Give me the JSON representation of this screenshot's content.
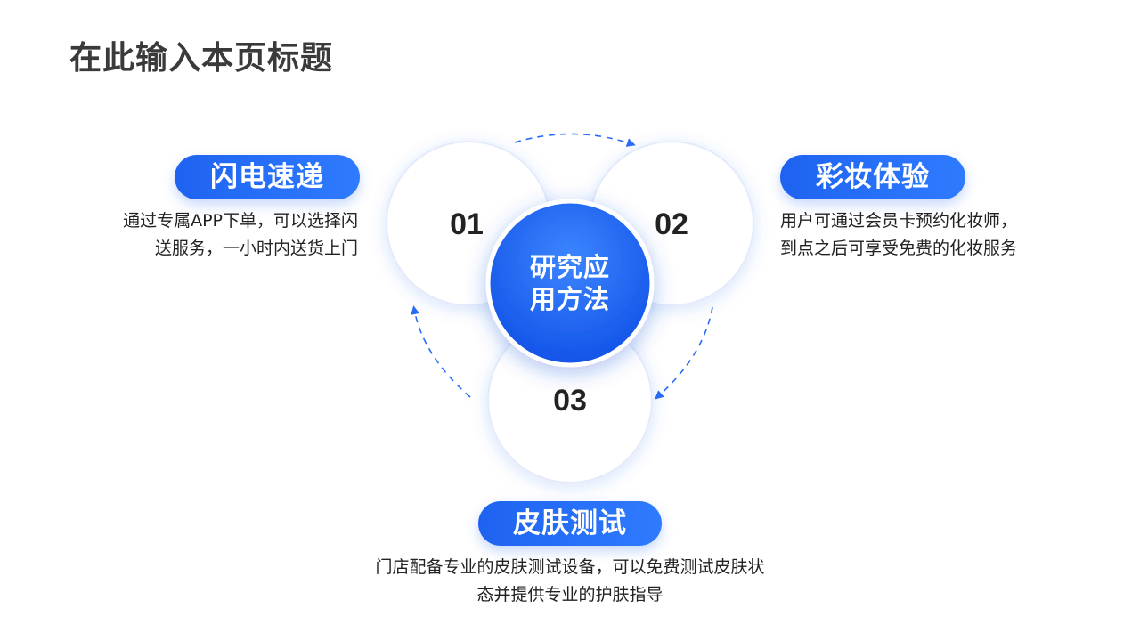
{
  "header": {
    "title": "在此输入本页标题"
  },
  "diagram": {
    "center_line1": "研究应",
    "center_line2": "用方法",
    "steps": [
      {
        "number": "01",
        "title": "闪电速递",
        "desc_line1": "通过专属APP下单，可以选择闪",
        "desc_line2": "送服务，一小时内送货上门"
      },
      {
        "number": "02",
        "title": "彩妆体验",
        "desc_line1": "用户可通过会员卡预约化妆师，",
        "desc_line2": "到点之后可享受免费的化妆服务"
      },
      {
        "number": "03",
        "title": "皮肤测试",
        "desc_line1": "门店配备专业的皮肤测试设备，可以免费测试皮肤状",
        "desc_line2": "态并提供专业的护肤指导"
      }
    ]
  },
  "colors": {
    "accent": "#1f5ff0",
    "accent_light": "#3a86ff",
    "arrow": "#2a6df5",
    "circle_fill": "#ffffff",
    "title_text": "#3a3a3a"
  }
}
